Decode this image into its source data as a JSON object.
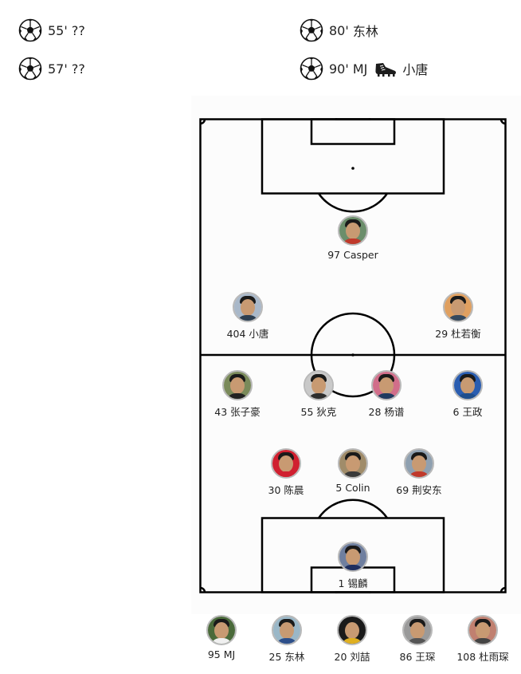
{
  "events": [
    {
      "minute": "55'",
      "scorer": "??",
      "assist": ""
    },
    {
      "minute": "57'",
      "scorer": "??",
      "assist": ""
    },
    {
      "minute": "80'",
      "scorer": "东林",
      "assist": ""
    },
    {
      "minute": "90'",
      "scorer": "MJ",
      "assist": "小唐"
    }
  ],
  "lineup": [
    {
      "label": "97 Casper",
      "shirt": "#c0392b",
      "bg": "#6b8e6b"
    },
    {
      "label": "404 小唐",
      "shirt": "#2c3e50",
      "bg": "#a9b8c9"
    },
    {
      "label": "29 杜若衡",
      "shirt": "#34495e",
      "bg": "#e0a060"
    },
    {
      "label": "43 张子豪",
      "shirt": "#222222",
      "bg": "#7a8a5a"
    },
    {
      "label": "55 狄克",
      "shirt": "#2d2d2d",
      "bg": "#c9c9c9"
    },
    {
      "label": "28 杨谱",
      "shirt": "#1f3a5f",
      "bg": "#d16e8a"
    },
    {
      "label": "6 王政",
      "shirt": "#1f4e8c",
      "bg": "#2a5db0"
    },
    {
      "label": "30 陈晨",
      "shirt": "#d02030",
      "bg": "#d02030"
    },
    {
      "label": "5 Colin",
      "shirt": "#3a3a3a",
      "bg": "#a08c6a"
    },
    {
      "label": "69 荆安东",
      "shirt": "#c0392b",
      "bg": "#8fa0b0"
    },
    {
      "label": "1 锡麟",
      "shirt": "#1f2f5f",
      "bg": "#6f7f9f"
    }
  ],
  "subs": [
    {
      "label": "95 MJ",
      "shirt": "#f0f0f0",
      "bg": "#4a6a3a"
    },
    {
      "label": "25 东林",
      "shirt": "#2d4f8a",
      "bg": "#9ab7c7"
    },
    {
      "label": "20 刘喆",
      "shirt": "#e0b020",
      "bg": "#1a1a1a"
    },
    {
      "label": "86 王琛",
      "shirt": "#555555",
      "bg": "#9a9a9a"
    },
    {
      "label": "108 杜雨琛",
      "shirt": "#444444",
      "bg": "#c08070"
    }
  ],
  "icons": {
    "goal": "soccer-ball-icon",
    "assist": "football-boot-icon"
  }
}
